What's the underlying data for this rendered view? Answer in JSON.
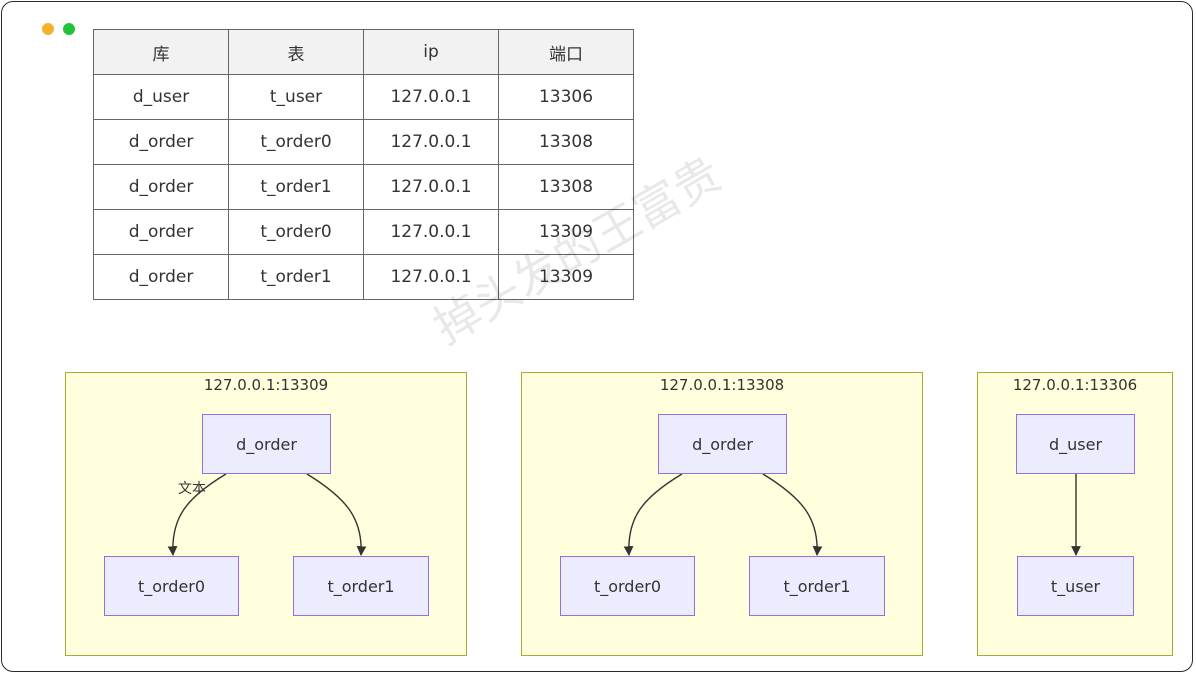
{
  "table": {
    "headers": [
      "库",
      "表",
      "ip",
      "端口"
    ],
    "rows": [
      [
        "d_user",
        "t_user",
        "127.0.0.1",
        "13306"
      ],
      [
        "d_order",
        "t_order0",
        "127.0.0.1",
        "13308"
      ],
      [
        "d_order",
        "t_order1",
        "127.0.0.1",
        "13308"
      ],
      [
        "d_order",
        "t_order0",
        "127.0.0.1",
        "13309"
      ],
      [
        "d_order",
        "t_order1",
        "127.0.0.1",
        "13309"
      ]
    ]
  },
  "clusters": [
    {
      "title": "127.0.0.1:13309",
      "root": "d_order",
      "children": [
        "t_order0",
        "t_order1"
      ],
      "edge_label": "文本"
    },
    {
      "title": "127.0.0.1:13308",
      "root": "d_order",
      "children": [
        "t_order0",
        "t_order1"
      ]
    },
    {
      "title": "127.0.0.1:13306",
      "root": "d_user",
      "children": [
        "t_user"
      ]
    }
  ],
  "watermark": "掉头发的王富贵",
  "colors": {
    "cluster_fill": "#ffffde",
    "cluster_border": "#aaaa33",
    "node_fill": "#ececff",
    "node_border": "#9370db",
    "edge": "#333333"
  }
}
